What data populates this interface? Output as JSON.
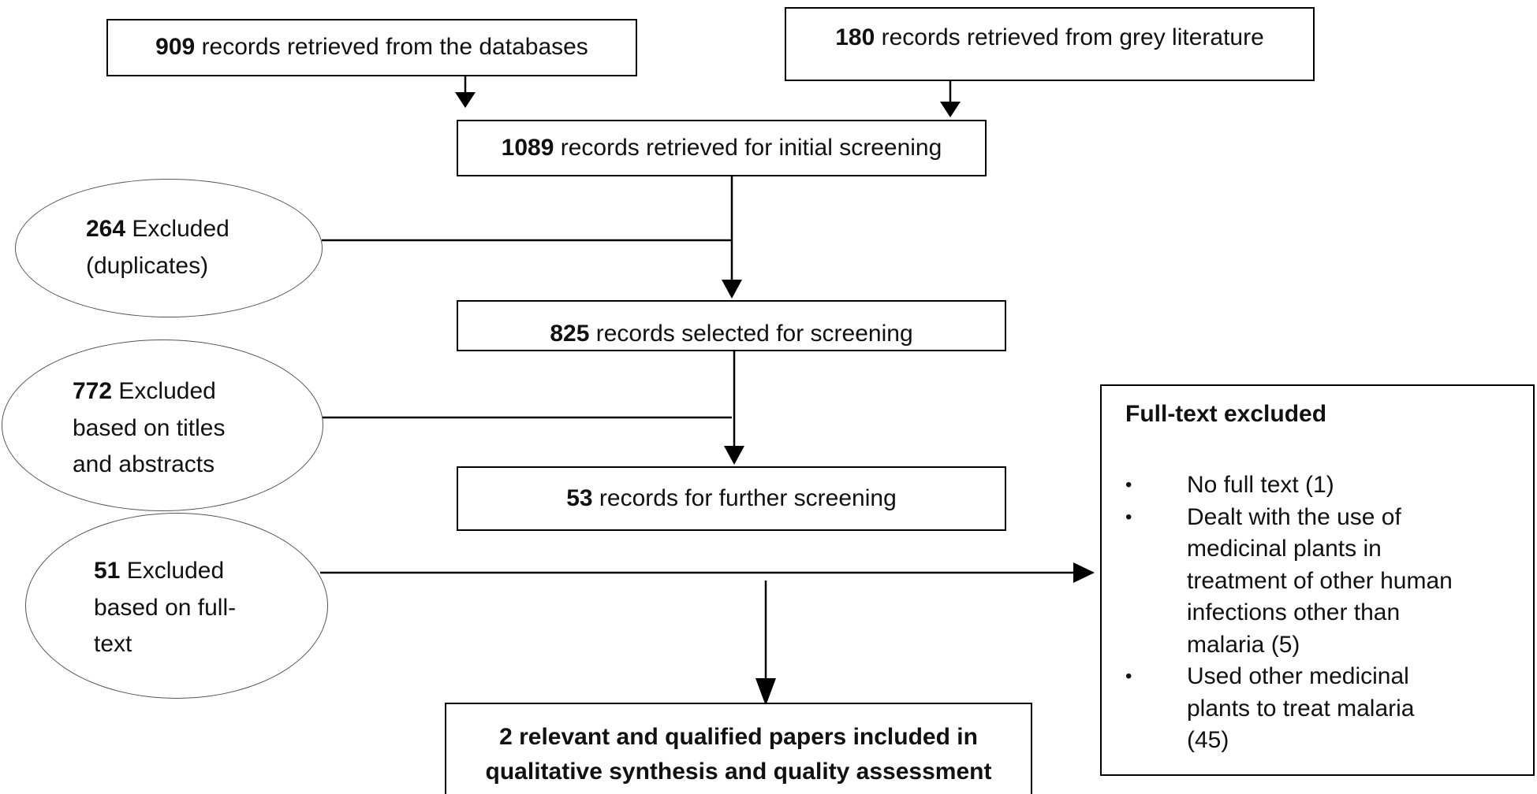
{
  "boxes": {
    "databases": {
      "count": "909",
      "text": " records retrieved from the databases"
    },
    "grey": {
      "count": "180",
      "text": " records retrieved from grey literature"
    },
    "initial": {
      "count": "1089",
      "text": " records retrieved for initial screening"
    },
    "selected": {
      "count": "825",
      "text": " records selected for screening"
    },
    "further": {
      "count": "53",
      "text": " records for further screening"
    },
    "final": {
      "line1": "2 relevant and qualified papers included in",
      "line2": "qualitative synthesis and quality assessment"
    }
  },
  "exclusions": {
    "duplicates": {
      "count": "264",
      "line1": " Excluded",
      "line2": "(duplicates)"
    },
    "titles": {
      "count": "772",
      "line1": " Excluded",
      "line2": "based on titles",
      "line3": "and abstracts"
    },
    "fulltext": {
      "count": "51",
      "line1": " Excluded",
      "line2": "based on full-",
      "line3": "text"
    }
  },
  "fulltext_excluded": {
    "title": "Full-text excluded",
    "items": [
      {
        "bullet": "•",
        "text": "No full text (1)"
      },
      {
        "bullet": "•",
        "text": "Dealt with the use of medicinal plants in treatment of other human infections other than malaria (5)"
      },
      {
        "bullet": "•",
        "text": "Used other medicinal plants to treat malaria (45)"
      }
    ]
  }
}
